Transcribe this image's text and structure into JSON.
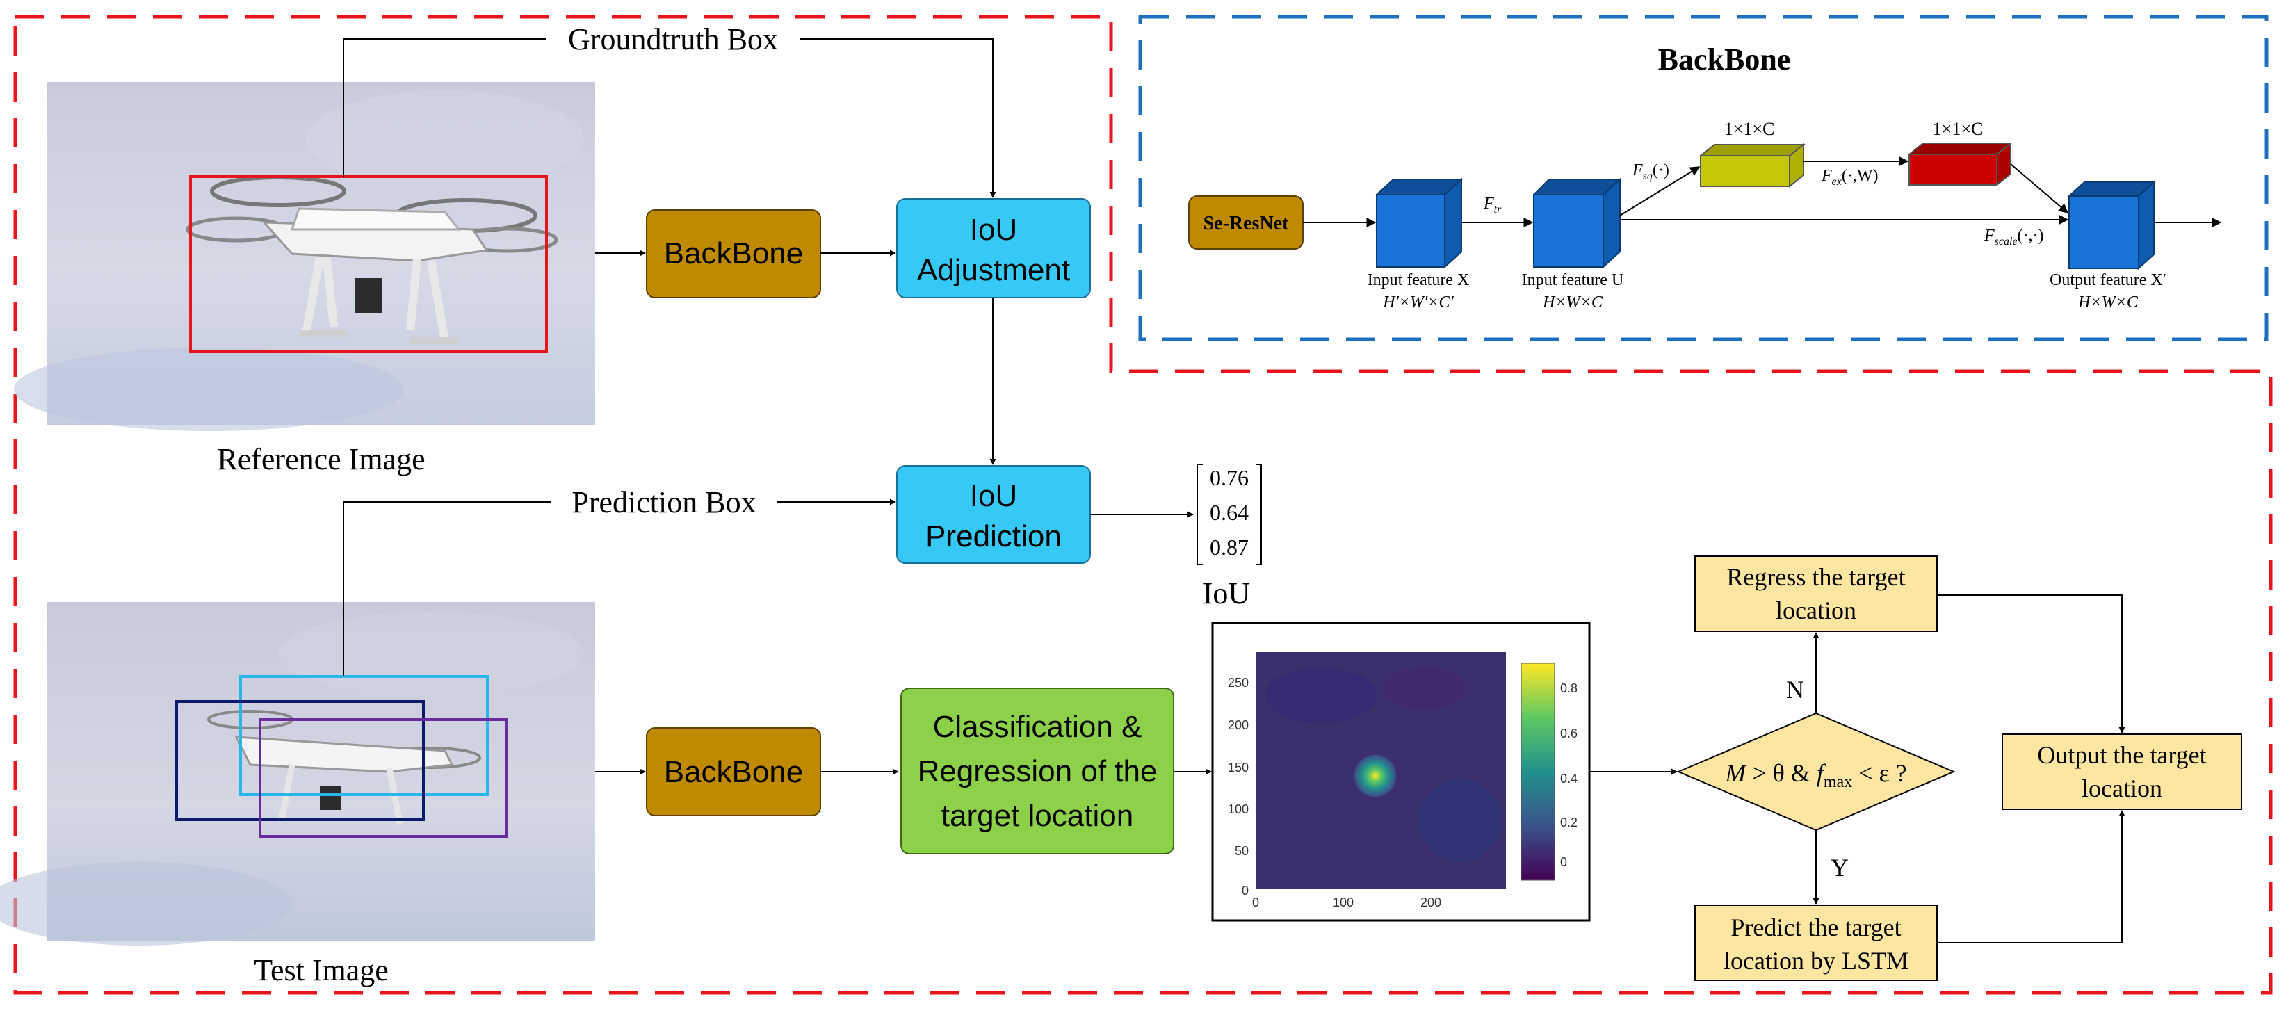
{
  "labels": {
    "groundtruth_box": "Groundtruth Box",
    "prediction_box": "Prediction Box",
    "reference_image": "Reference Image",
    "test_image": "Test Image",
    "backbone_top": "BackBone",
    "backbone_bottom": "BackBone",
    "iou_adjustment": [
      "IoU",
      "Adjustment"
    ],
    "iou_prediction": [
      "IoU",
      "Prediction"
    ],
    "classification": [
      "Classification &",
      "Regression of the",
      "target location"
    ],
    "iou_label": "IoU",
    "iou_values": [
      "0.76",
      "0.64",
      "0.87"
    ]
  },
  "backbone_detail": {
    "title": "BackBone",
    "se_resnet": "Se-ResNet",
    "f_tr": "F",
    "f_tr_sub": "tr",
    "f_sq": "F",
    "f_sq_sub": "sq",
    "f_sq_arg": "(·)",
    "f_ex": "F",
    "f_ex_sub": "ex",
    "f_ex_arg": "(·,W)",
    "f_scale": "F",
    "f_scale_sub": "scale",
    "f_scale_arg": "(·,·)",
    "dim_yellow": "1×1×C",
    "dim_red": "1×1×C",
    "input_x": "Input feature X",
    "input_x_dim": "H′×W′×C′",
    "input_u": "Input feature U",
    "input_u_dim": "H×W×C",
    "output_x": "Output feature X′",
    "output_x_dim": "H×W×C"
  },
  "decision": {
    "condition_m": "M",
    "condition_rest": " > θ & ",
    "condition_f": "f",
    "condition_sub": "max",
    "condition_end": " < ε ?",
    "no": "N",
    "yes": "Y",
    "regress": [
      "Regress the target",
      "location"
    ],
    "predict": [
      "Predict the target",
      "location by LSTM"
    ],
    "output": [
      "Output the target",
      "location"
    ]
  },
  "heatmap": {
    "x_ticks": [
      "0",
      "100",
      "200"
    ],
    "y_ticks": [
      "250",
      "200",
      "150",
      "100",
      "50",
      "0"
    ],
    "cbar_ticks": [
      "0.8",
      "0.6",
      "0.4",
      "0.2",
      "0"
    ]
  },
  "colors": {
    "red_dash": "#e8141c",
    "blue_dash": "#1f6fc1",
    "backbone_fill": "#c08a00",
    "iou_fill": "#36c9f5",
    "class_fill": "#8dd14a",
    "decision_fill": "#fde6a2",
    "cube_blue": "#1a73d6",
    "cube_yellow": "#c5c808",
    "cube_red": "#cc0000"
  }
}
